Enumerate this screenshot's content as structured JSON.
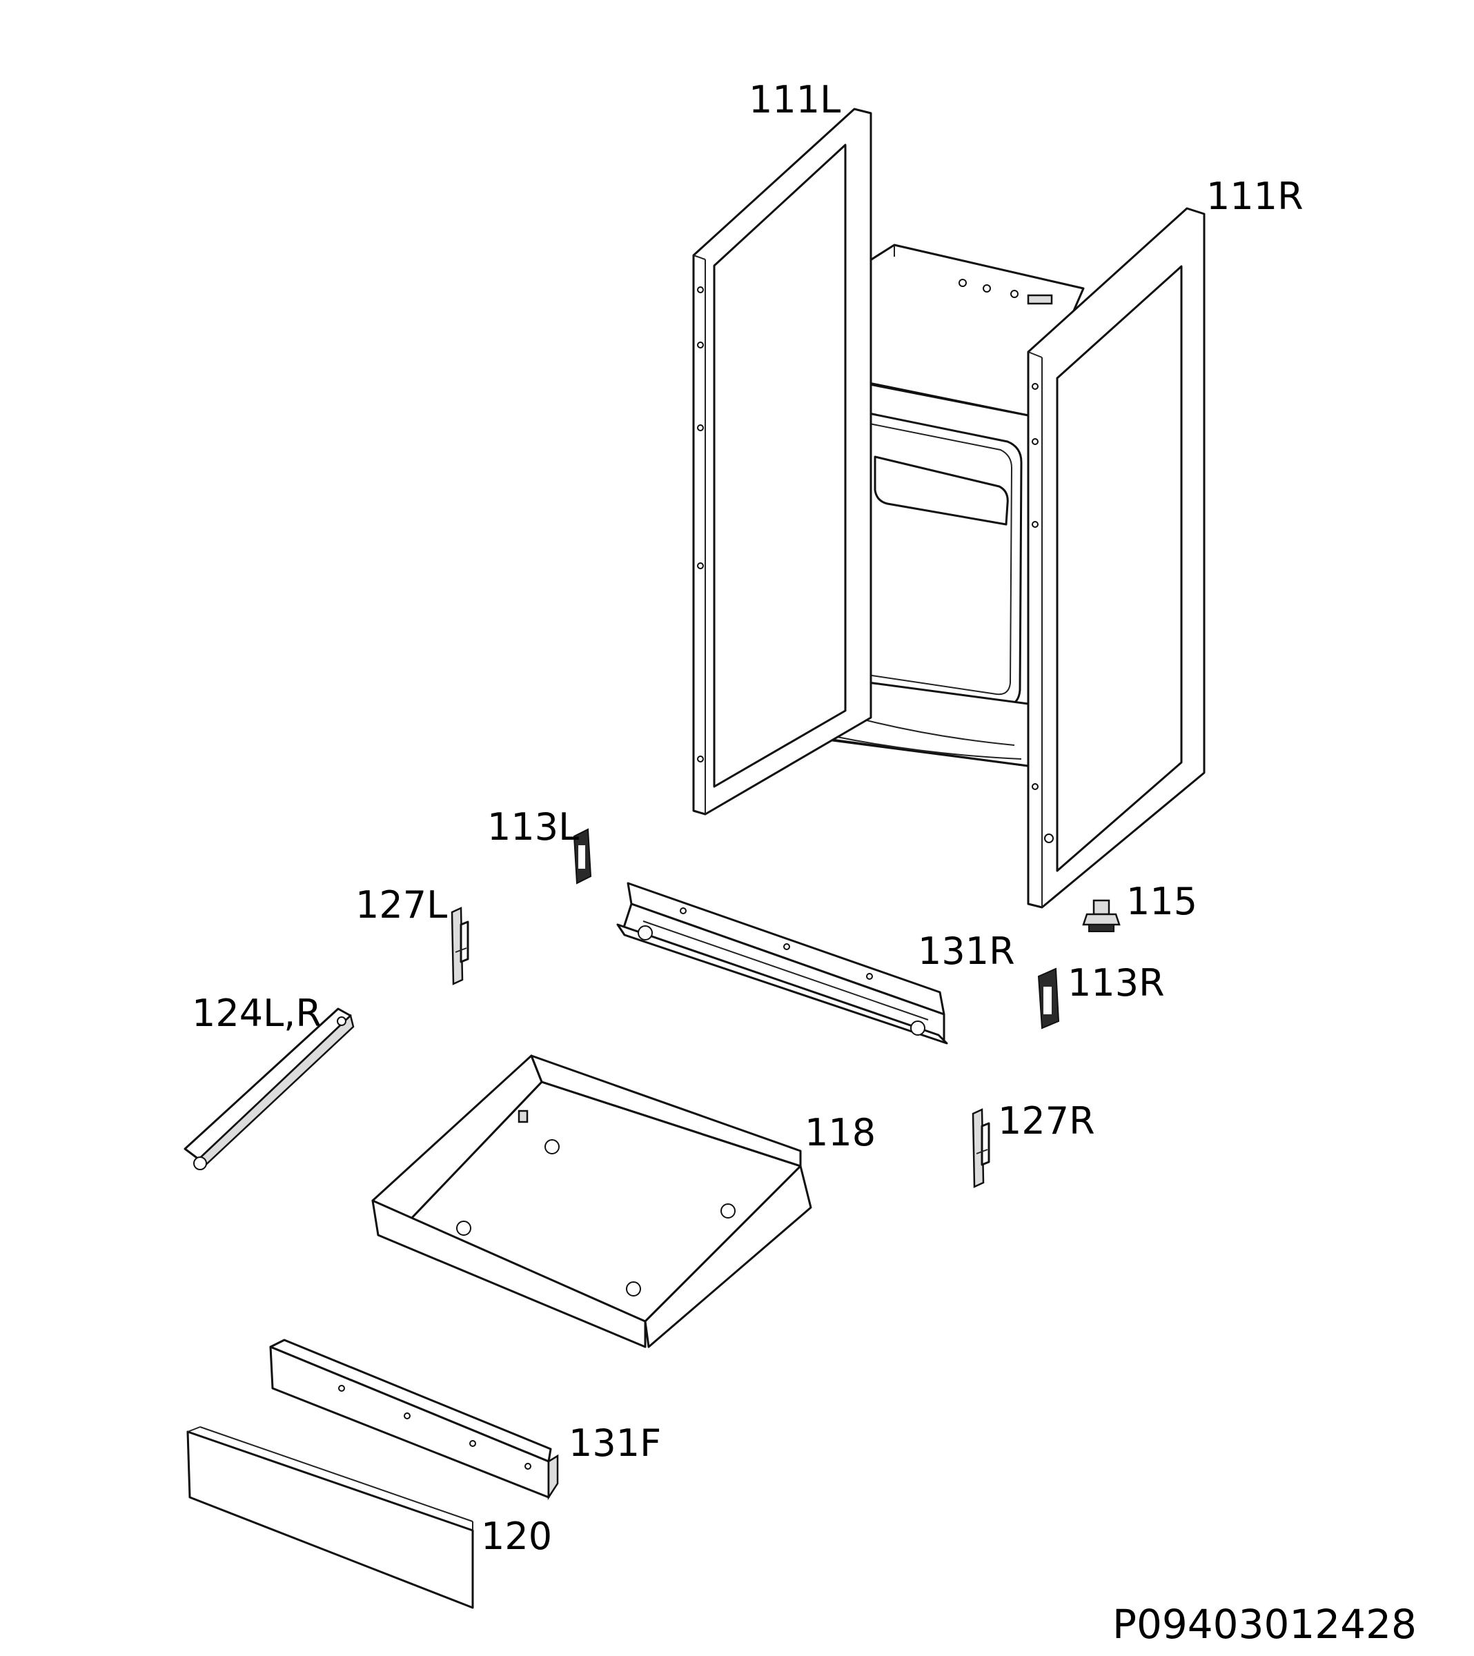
{
  "labels": {
    "p111L": "111L",
    "p111R": "111R",
    "p113L": "113L",
    "p113R": "113R",
    "p115": "115",
    "p127L": "127L",
    "p127R": "127R",
    "p131R": "131R",
    "p124LR": "124L,R",
    "p118": "118",
    "p131F": "131F",
    "p120": "120"
  },
  "document_id": "P09403012428"
}
